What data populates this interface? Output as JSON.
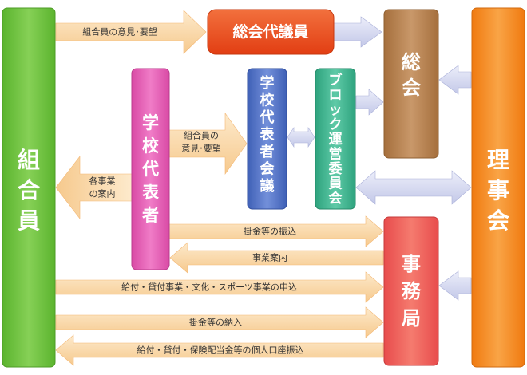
{
  "colors": {
    "green": "#6fc13f",
    "orange": "#f28a1e",
    "red": "#e8491b",
    "brown": "#b4804c",
    "pink": "#e25bb0",
    "blue": "#5474c4",
    "teal": "#3fb18e",
    "peach": "#f9d7a9",
    "lavender": "#d2d6ef"
  },
  "boxes": {
    "kumiaiin": "組合員",
    "gakkou_daihyousha": "学校代表者",
    "soukai_daigiin": "総会代議員",
    "gakkou_daihyousha_kaigi": "学校代表者会議",
    "block_unei_iinkai": "ブロック運営委員会",
    "soukai": "総会",
    "rijikai": "理事会",
    "jimukyoku": "事務局"
  },
  "arrows": {
    "iken_youbou_top": "組合員の意見･要望",
    "iken_youbou_mid_1": "組合員の",
    "iken_youbou_mid_2": "意見･要望",
    "kaku_jigyou_1": "各事業",
    "kaku_jigyou_2": "の案内",
    "kakekin_furikomi": "掛金等の振込",
    "jigyou_annai": "事業案内",
    "kyufu_moushikomi": "給付・貸付事業・文化・スポーツ事業の申込",
    "kakekin_nounyu": "掛金等の納入",
    "kyufu_furikomi": "給付・貸付・保険配当金等の個人口座振込"
  }
}
